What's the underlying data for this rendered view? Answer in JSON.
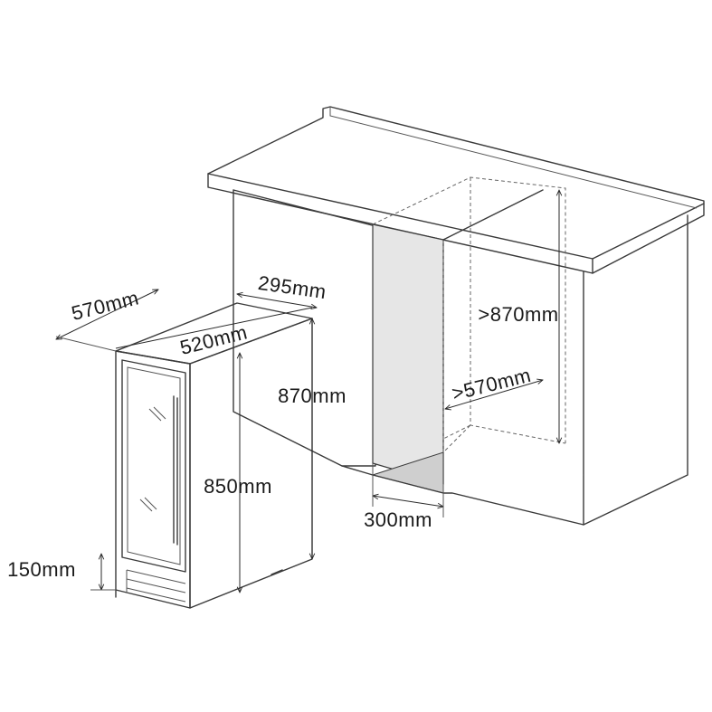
{
  "labels": {
    "depth_570": "570mm",
    "width_295": "295mm",
    "depth_520": "520mm",
    "height_870": "870mm",
    "height_850": "850mm",
    "plinth_150": "150mm",
    "cabinet_height_870": ">870mm",
    "cabinet_depth_570": ">570mm",
    "opening_width_300": "300mm"
  },
  "colors": {
    "line": "#3a3a3a",
    "shade_light": "#e6e6e6",
    "shade_dark": "#cfcfcf"
  }
}
